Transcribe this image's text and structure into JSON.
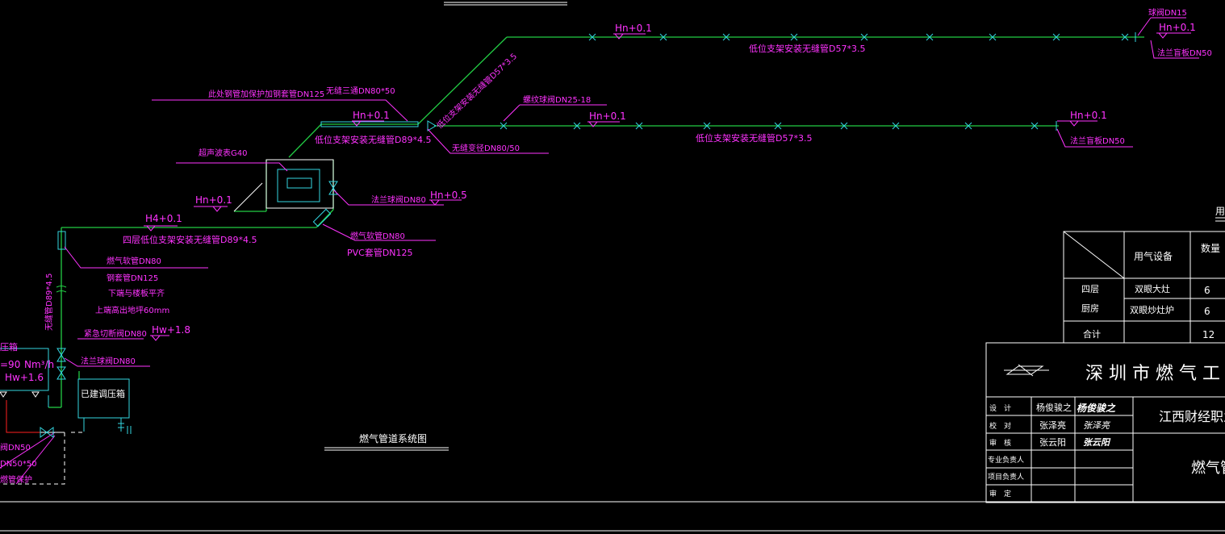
{
  "title": "燃气管道系统图",
  "pipes": {
    "upper_spec": "低位支架安装无缝管D57*3.5",
    "lower_spec": "低位支架安装无缝管D57*3.5",
    "riser_spec": "低位支架安装无缝管D57*3.5",
    "main_spec": "低位支架安装无缝管D89*4.5",
    "floor4_spec": "四层低位支架安装无缝管D89*4.5",
    "vertical_spec": "无缝管D89*4.5",
    "valve_dn25": "螺纹球阀DN25-18",
    "tee": "无缝三通DN80*50",
    "reducer": "无缝变径DN80/50",
    "sleeve_top": "此处钢管加保护加钢套管DN125",
    "meter": "超声波表G40",
    "flange_valve": "法兰球阀DN80",
    "pvc_sleeve": "PVC套管DN125",
    "bellows_top": "燃气软管DN80",
    "bellows_left": "燃气软管DN80",
    "steel_sleeve": "钢套管DN125",
    "note_1": "下端与楼板平齐",
    "note_2": "上端高出地坪60mm",
    "emergency_valve": "紧急切断阀DN80",
    "flange_valve_2": "法兰球阀DN80",
    "box_label": "已建调压箱",
    "ball_valve_top": "球阀DN15",
    "blind_top": "法兰盲板DN50",
    "blind_mid": "法兰盲板DN50",
    "left_1": "阀DN50",
    "left_2": "DN50*50",
    "left_3": "燃管保护",
    "left_4": "Nm³/h",
    "left_prefix": "=90",
    "left_top": "压箱"
  },
  "elevations": {
    "e1": "Hn+0.1",
    "e2": "Hn+0.1",
    "e3": "Hn+0.1",
    "e4": "Hn+0.1",
    "e5": "Hn+0.1",
    "e6": "Hn+0.1",
    "e7": "Hn+0.5",
    "e8": "H4+0.1",
    "e9": "Hw+1.8",
    "e10": "Hw+1.6"
  },
  "table": {
    "header_right": "用气设备",
    "header_qty": "数量",
    "row_label_1": "四层",
    "row_label_2": "厨房",
    "rows": [
      {
        "name": "双眼大灶",
        "qty": "6"
      },
      {
        "name": "双眼炒灶炉",
        "qty": "6"
      }
    ],
    "total_label": "合计",
    "total_qty": "12",
    "top_cut": "用"
  },
  "titleblock": {
    "company": "深 圳 市 燃 气 工",
    "school": "江西财经职业",
    "drawing": "燃气管",
    "roles": [
      "设　计",
      "校　对",
      "审　核",
      "专业负责人",
      "项目负责人",
      "审　定"
    ],
    "names": [
      "杨俊骏之",
      "张泽亮",
      "张云阳"
    ],
    "signs": [
      "杨俊骏之",
      "张泽亮",
      "张云阳"
    ]
  },
  "colors": {
    "pipe": "#22cc44",
    "text": "#ff33ff",
    "fixture": "#33d6e0",
    "border": "#ffffff",
    "red": "#ff2020"
  }
}
